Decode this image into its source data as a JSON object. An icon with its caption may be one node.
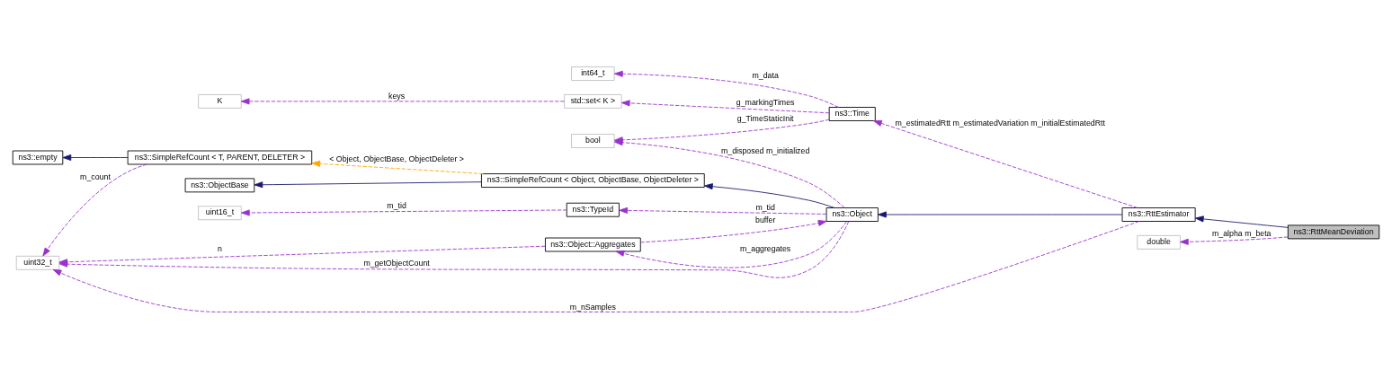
{
  "diagram": {
    "nodes": [
      {
        "text": [
          "ns3::RttMeanDeviation"
        ]
      },
      {
        "text": [
          "ns3::RttEstimator"
        ]
      },
      {
        "text": [
          "double"
        ]
      },
      {
        "text": [
          "ns3::Time"
        ]
      },
      {
        "text": [
          "ns3::Object"
        ]
      },
      {
        "text": [
          "ns3::Object::Aggregates"
        ]
      },
      {
        "text": [
          "ns3::SimpleRefCount < Object, ObjectBase, ObjectDeleter >"
        ]
      },
      {
        "text": [
          "ns3::TypeId"
        ]
      },
      {
        "text": [
          "bool"
        ]
      },
      {
        "text": [
          "std::set< K >"
        ]
      },
      {
        "text": [
          "int64_t"
        ]
      },
      {
        "text": [
          "ns3::ObjectBase"
        ]
      },
      {
        "text": [
          "ns3::SimpleRefCount < T, PARENT, DELETER >"
        ]
      },
      {
        "text": [
          "uint16_t"
        ]
      },
      {
        "text": [
          "K"
        ]
      },
      {
        "text": [
          "uint32_t"
        ]
      },
      {
        "text": [
          "ns3::empty"
        ]
      }
    ],
    "edges": [
      {
        "from": 0,
        "to": 1,
        "arrow": "to",
        "color": "#191970"
      },
      {
        "from": 0,
        "to": 2,
        "arrow": "to",
        "label": "m_alpha m_beta",
        "style": "dashed"
      },
      {
        "from": 1,
        "to": 4,
        "arrow": "to",
        "color": "#191970"
      },
      {
        "from": 1,
        "to": 3,
        "arrow": "to",
        "label": "m_estimatedRtt m_estimatedVariation m_initialEstimatedRtt",
        "style": "dashed"
      },
      {
        "from": 1,
        "to": 15,
        "arrow": "to",
        "label": "m_nSamples",
        "style": "dashed"
      },
      {
        "from": 3,
        "to": 8,
        "arrow": "to",
        "label": "g_TimeStaticInit",
        "style": "dashed"
      },
      {
        "from": 3,
        "to": 9,
        "arrow": "to",
        "label": "g_markingTimes",
        "style": "dashed"
      },
      {
        "from": 3,
        "to": 10,
        "arrow": "to",
        "label": "m_data",
        "style": "dashed"
      },
      {
        "from": 4,
        "to": 6,
        "arrow": "to",
        "color": "#191970"
      },
      {
        "from": 4,
        "to": 5,
        "arrow": "to",
        "label": "m_aggregates",
        "style": "dashed"
      },
      {
        "from": 5,
        "to": 4,
        "arrow": "to",
        "label": "buffer",
        "style": "dashed"
      },
      {
        "from": 5,
        "to": 15,
        "arrow": "to",
        "label": "n",
        "style": "dashed"
      },
      {
        "from": 4,
        "to": 15,
        "arrow": "to",
        "label": "m_getObjectCount",
        "style": "dashed"
      },
      {
        "from": 4,
        "to": 7,
        "arrow": "to",
        "label": "m_tid",
        "style": "dashed"
      },
      {
        "from": 4,
        "to": 8,
        "arrow": "to",
        "label": "m_disposed m_initialized",
        "style": "dashed"
      },
      {
        "from": 6,
        "to": 11,
        "arrow": "to",
        "color": "#191970"
      },
      {
        "from": 6,
        "to": 12,
        "arrow": "to",
        "label": "< Object, ObjectBase, ObjectDeleter >",
        "style": "dashed",
        "color": "#ffa500"
      },
      {
        "from": 7,
        "to": 13,
        "arrow": "to",
        "label": "m_tid",
        "style": "dashed"
      },
      {
        "from": 9,
        "to": 14,
        "arrow": "to",
        "label": "keys",
        "style": "dashed"
      },
      {
        "from": 12,
        "to": 16,
        "arrow": "to",
        "color": "#191970"
      },
      {
        "from": 12,
        "to": 15,
        "arrow": "to",
        "label": "m_count",
        "style": "dashed"
      }
    ]
  }
}
